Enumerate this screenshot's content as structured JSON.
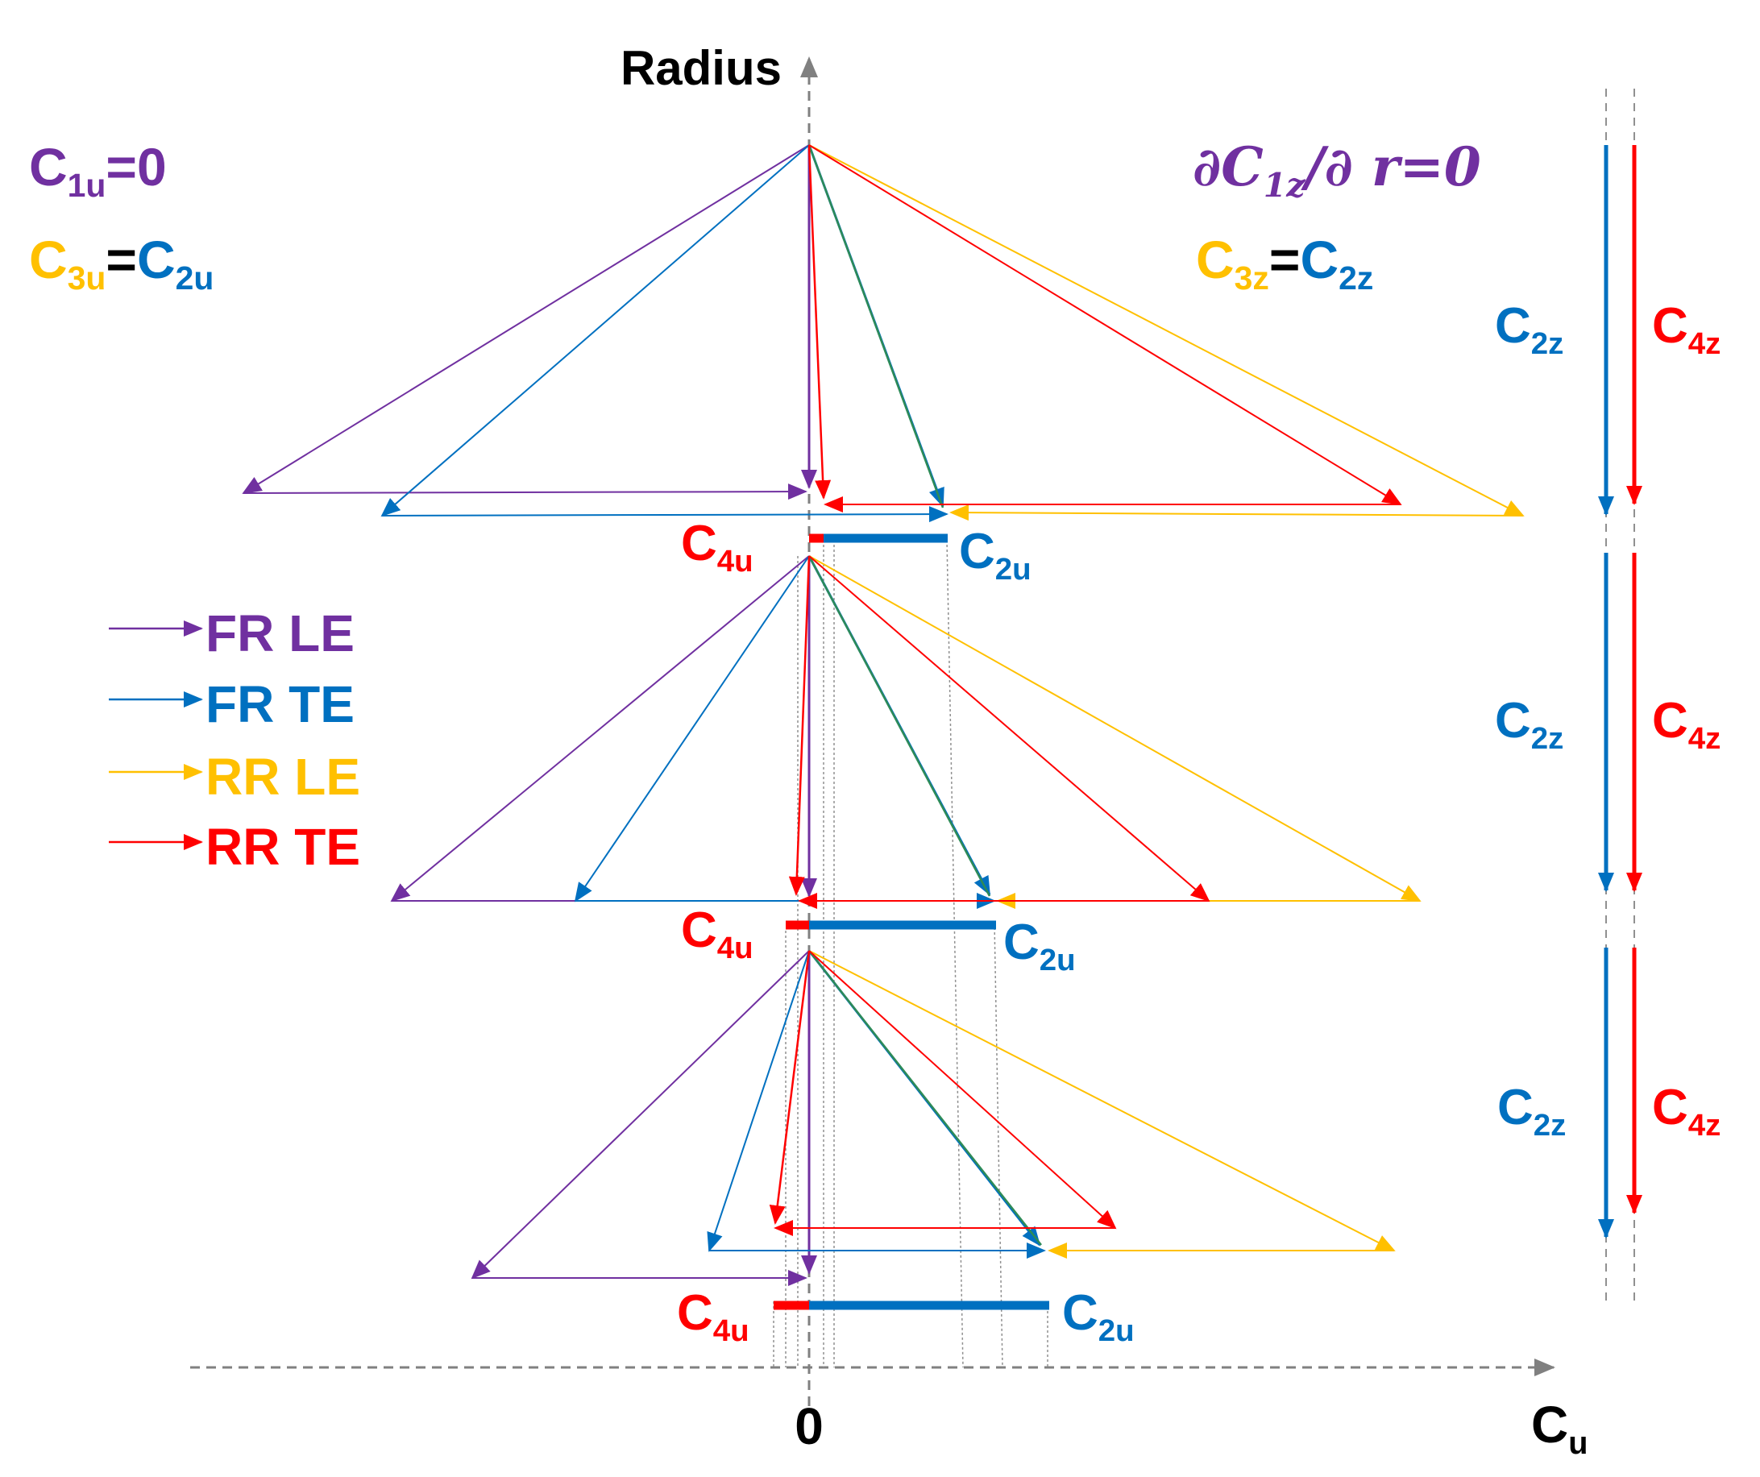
{
  "colors": {
    "fr_le": "#7030A0",
    "fr_te": "#0070C0",
    "rr_le": "#FFC000",
    "rr_te": "#FF0000",
    "axis": "#808080",
    "text": "#000000"
  },
  "axes": {
    "y_label": "Radius",
    "x_label": "C",
    "x_label_sub": "u",
    "x_origin_label": "0"
  },
  "conditions": {
    "c1u": {
      "base": "C",
      "sub": "1u",
      "rest": "=0"
    },
    "c3u": {
      "base": "C",
      "sub": "3u",
      "eq": "=",
      "base2": "C",
      "sub2": "2u"
    },
    "dc1z": {
      "lead": "∂C",
      "sub": "1z",
      "rest": "/∂ r=0"
    },
    "c3z": {
      "base": "C",
      "sub": "3z",
      "eq": "=",
      "base2": "C",
      "sub2": "2z"
    }
  },
  "legend": [
    {
      "label": "FR LE",
      "color_key": "fr_le"
    },
    {
      "label": "FR TE",
      "color_key": "fr_te"
    },
    {
      "label": "RR LE",
      "color_key": "rr_le"
    },
    {
      "label": "RR TE",
      "color_key": "rr_te"
    }
  ],
  "levels": [
    {
      "c4u": {
        "base": "C",
        "sub": "4u"
      },
      "c2u": {
        "base": "C",
        "sub": "2u"
      },
      "c2z": {
        "base": "C",
        "sub": "2z"
      },
      "c4z": {
        "base": "C",
        "sub": "4z"
      }
    },
    {
      "c4u": {
        "base": "C",
        "sub": "4u"
      },
      "c2u": {
        "base": "C",
        "sub": "2u"
      },
      "c2z": {
        "base": "C",
        "sub": "2z"
      },
      "c4z": {
        "base": "C",
        "sub": "4z"
      }
    },
    {
      "c4u": {
        "base": "C",
        "sub": "4u"
      },
      "c2u": {
        "base": "C",
        "sub": "2u"
      },
      "c2z": {
        "base": "C",
        "sub": "2z"
      },
      "c4z": {
        "base": "C",
        "sub": "4z"
      }
    }
  ]
}
